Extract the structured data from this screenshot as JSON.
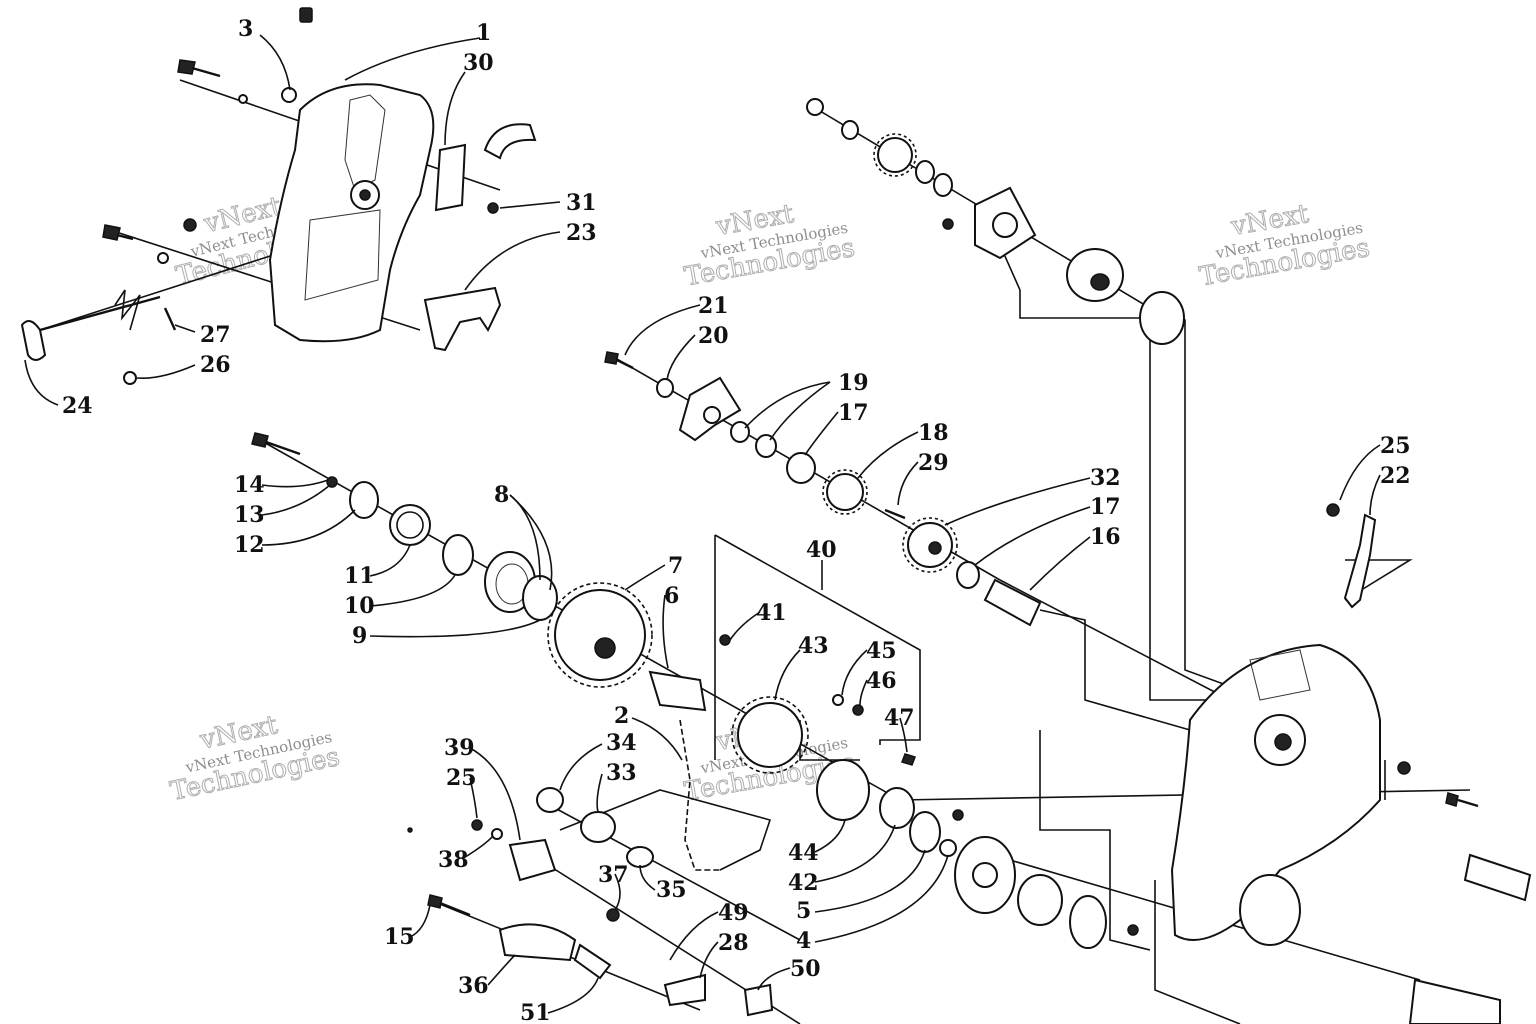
{
  "diagram": {
    "watermark_main": "vNext",
    "watermark_sub": "vNext Technologies",
    "watermark_outline": "Technologies",
    "callouts": [
      {
        "id": "c1",
        "text": "1"
      },
      {
        "id": "c2",
        "text": "2"
      },
      {
        "id": "c3",
        "text": "3"
      },
      {
        "id": "c4",
        "text": "4"
      },
      {
        "id": "c5",
        "text": "5"
      },
      {
        "id": "c6",
        "text": "6"
      },
      {
        "id": "c7",
        "text": "7"
      },
      {
        "id": "c8",
        "text": "8"
      },
      {
        "id": "c9",
        "text": "9"
      },
      {
        "id": "c10",
        "text": "10"
      },
      {
        "id": "c11",
        "text": "11"
      },
      {
        "id": "c12",
        "text": "12"
      },
      {
        "id": "c13",
        "text": "13"
      },
      {
        "id": "c14",
        "text": "14"
      },
      {
        "id": "c15",
        "text": "15"
      },
      {
        "id": "c16",
        "text": "16"
      },
      {
        "id": "c17a",
        "text": "17"
      },
      {
        "id": "c17b",
        "text": "17"
      },
      {
        "id": "c18",
        "text": "18"
      },
      {
        "id": "c19",
        "text": "19"
      },
      {
        "id": "c20",
        "text": "20"
      },
      {
        "id": "c21",
        "text": "21"
      },
      {
        "id": "c22",
        "text": "22"
      },
      {
        "id": "c23",
        "text": "23"
      },
      {
        "id": "c24",
        "text": "24"
      },
      {
        "id": "c25a",
        "text": "25"
      },
      {
        "id": "c25b",
        "text": "25"
      },
      {
        "id": "c26",
        "text": "26"
      },
      {
        "id": "c27",
        "text": "27"
      },
      {
        "id": "c28",
        "text": "28"
      },
      {
        "id": "c29",
        "text": "29"
      },
      {
        "id": "c30",
        "text": "30"
      },
      {
        "id": "c31",
        "text": "31"
      },
      {
        "id": "c32",
        "text": "32"
      },
      {
        "id": "c33",
        "text": "33"
      },
      {
        "id": "c34",
        "text": "34"
      },
      {
        "id": "c35",
        "text": "35"
      },
      {
        "id": "c36",
        "text": "36"
      },
      {
        "id": "c37",
        "text": "37"
      },
      {
        "id": "c38",
        "text": "38"
      },
      {
        "id": "c39",
        "text": "39"
      },
      {
        "id": "c40",
        "text": "40"
      },
      {
        "id": "c41",
        "text": "41"
      },
      {
        "id": "c42",
        "text": "42"
      },
      {
        "id": "c43",
        "text": "43"
      },
      {
        "id": "c44",
        "text": "44"
      },
      {
        "id": "c45",
        "text": "45"
      },
      {
        "id": "c46",
        "text": "46"
      },
      {
        "id": "c47",
        "text": "47"
      },
      {
        "id": "c49",
        "text": "49"
      },
      {
        "id": "c50",
        "text": "50"
      },
      {
        "id": "c51",
        "text": "51"
      }
    ]
  }
}
